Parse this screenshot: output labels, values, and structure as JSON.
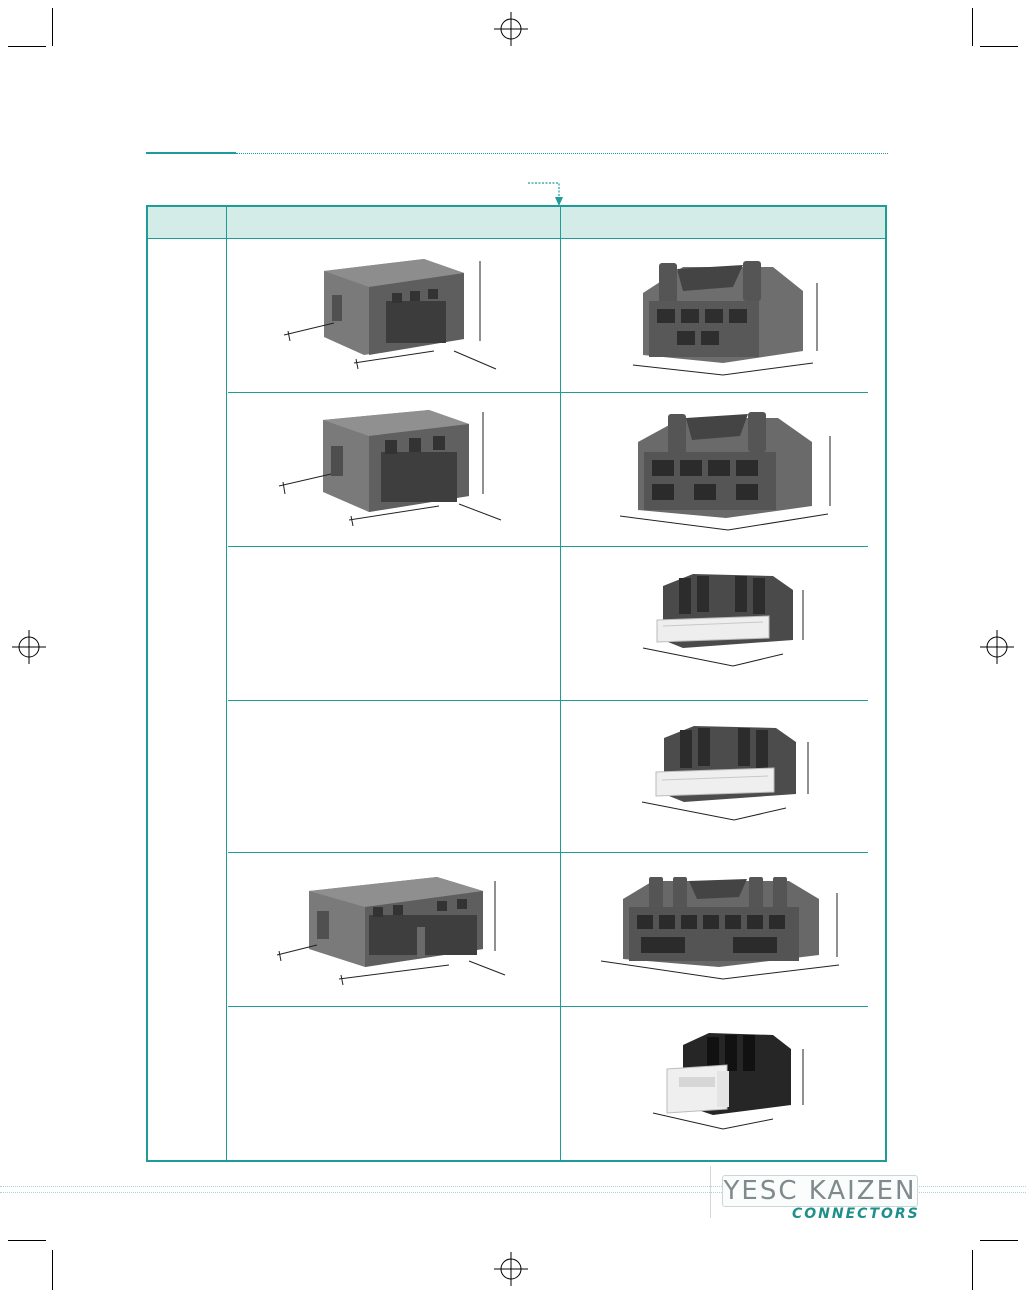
{
  "brand": {
    "name": "YESC KAIZEN",
    "tagline": "CONNECTORS"
  },
  "colors": {
    "accent": "#1e9c98",
    "header_fill": "#d3ece8",
    "connector_gray": "#6f6f6f",
    "connector_dark": "#3a3a3a",
    "connector_black": "#232323",
    "connector_white": "#efefef"
  },
  "table": {
    "rows": [
      {
        "left_image": "gray-plug-connector",
        "right_image": "gray-receptacle-connector"
      },
      {
        "left_image": "gray-plug-connector",
        "right_image": "gray-receptacle-connector"
      },
      {
        "left_image": "",
        "right_image": "dark-receptacle-with-white-retainer"
      },
      {
        "left_image": "",
        "right_image": "dark-receptacle-with-white-retainer"
      },
      {
        "left_image": "wide-gray-plug-connector",
        "right_image": "wide-gray-receptacle-connector"
      },
      {
        "left_image": "",
        "right_image": "black-receptacle-with-white-retainer"
      }
    ]
  }
}
